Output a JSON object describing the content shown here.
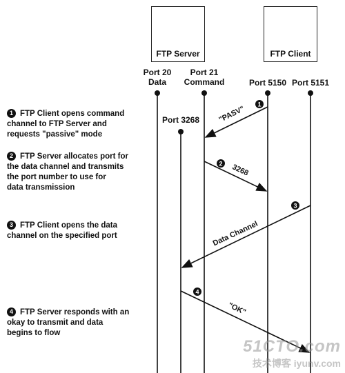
{
  "nodes": {
    "server": {
      "label": "FTP Server",
      "icon": "server-tower-icon"
    },
    "client": {
      "label": "FTP Client",
      "icon": "desktop-computer-icon"
    }
  },
  "ports": {
    "p20": {
      "line1": "Port 20",
      "line2": "Data"
    },
    "p21": {
      "line1": "Port 21",
      "line2": "Command"
    },
    "p5150": {
      "line1": "Port 5150",
      "line2": ""
    },
    "p5151": {
      "line1": "Port 5151",
      "line2": ""
    },
    "p3268": {
      "line1": "Port 3268",
      "line2": ""
    }
  },
  "steps": [
    {
      "num": "1",
      "text": "FTP Client opens command\nchannel to FTP Server and\nrequests \"passive\" mode"
    },
    {
      "num": "2",
      "text": "FTP Server  allocates port for\nthe data channel and transmits\nthe port number to use for\ndata transmission"
    },
    {
      "num": "3",
      "text": "FTP Client opens the data\nchannel on the specified port"
    },
    {
      "num": "4",
      "text": "FTP Server responds with an\nokay to transmit and data\nbegins to flow"
    }
  ],
  "messages": {
    "m1": {
      "label": "\"PASV\"",
      "num": "1"
    },
    "m2": {
      "label": "3268",
      "num": "2"
    },
    "m3": {
      "label": "Data Channel",
      "num": "3"
    },
    "m4": {
      "label": "\"OK\"",
      "num": "4"
    }
  },
  "watermark": {
    "top": "51CTO.com",
    "bottom": "技术博客  iyunv.com"
  },
  "colors": {
    "line": "#111111",
    "watermark": "#9a9a9a"
  }
}
